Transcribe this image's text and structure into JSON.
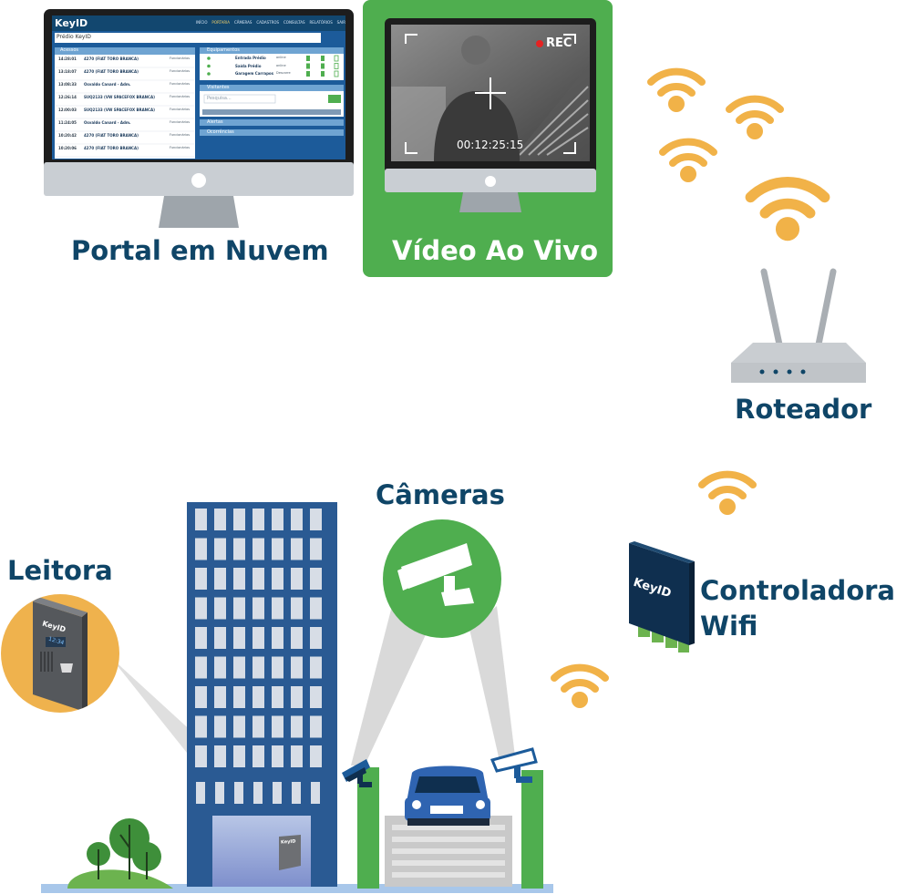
{
  "labels": {
    "portal": "Portal em Nuvem",
    "live_video": "Vídeo Ao Vivo",
    "router": "Roteador",
    "cameras": "Câmeras",
    "reader": "Leitora",
    "controller_line1": "Controladora",
    "controller_line2": "Wifi"
  },
  "video": {
    "rec": "REC",
    "timestamp": "00:12:25:15"
  },
  "brand": {
    "logo": "KeyID"
  },
  "reader_display": "12:34",
  "portal_screen": {
    "nav": [
      "INÍCIO",
      "PORTARIA",
      "CÂMERAS",
      "CADASTROS",
      "CONSULTAS",
      "RELATÓRIOS",
      "SAIR"
    ],
    "building_select": "Prédio KeyID",
    "panel_access": "Acessos",
    "panel_equipment": "Equipamentos",
    "panel_visitors": "Visitantes",
    "panel_alerts": "Alertas",
    "panel_occurrences": "Ocorrências",
    "search_placeholder": "Pesquisa...",
    "access_log": [
      {
        "time": "14:28:01",
        "who": "4270 (FIAT TORO BRANCA)",
        "type": "Funcionários"
      },
      {
        "time": "13:18:07",
        "who": "4270 (FIAT TORO BRANCA)",
        "type": "Funcionários"
      },
      {
        "time": "13:08:33",
        "who": "Osvaldo Canard - Adm.",
        "type": "Funcionários"
      },
      {
        "time": "12:26:14",
        "who": "SUQ2133 (VW SPACEFOX BRANCA)",
        "type": "Funcionários"
      },
      {
        "time": "12:00:03",
        "who": "SUQ2133 (VW SPACEFOX BRANCA)",
        "type": "Funcionários"
      },
      {
        "time": "11:24:05",
        "who": "Osvaldo Canard - Adm.",
        "type": "Funcionários"
      },
      {
        "time": "10:20:42",
        "who": "4270 (FIAT TORO BRANCA)",
        "type": "Funcionários"
      },
      {
        "time": "10:20:06",
        "who": "4270 (FIAT TORO BRANCA)",
        "type": "Funcionários"
      }
    ],
    "equipment": [
      {
        "name": "Entrada Prédio",
        "state": "online"
      },
      {
        "name": "Saída Prédio",
        "state": "online"
      },
      {
        "name": "Garagem Carrapos",
        "state": "Descarre"
      }
    ]
  },
  "colors": {
    "navy": "#0f4567",
    "green": "#4fae4f",
    "wifi_orange": "#f1b248",
    "reader_circle": "#efb24d",
    "building_blue": "#2a5a93",
    "screen_blue": "#1c5b9a",
    "monitor_grey": "#c9ced3"
  }
}
